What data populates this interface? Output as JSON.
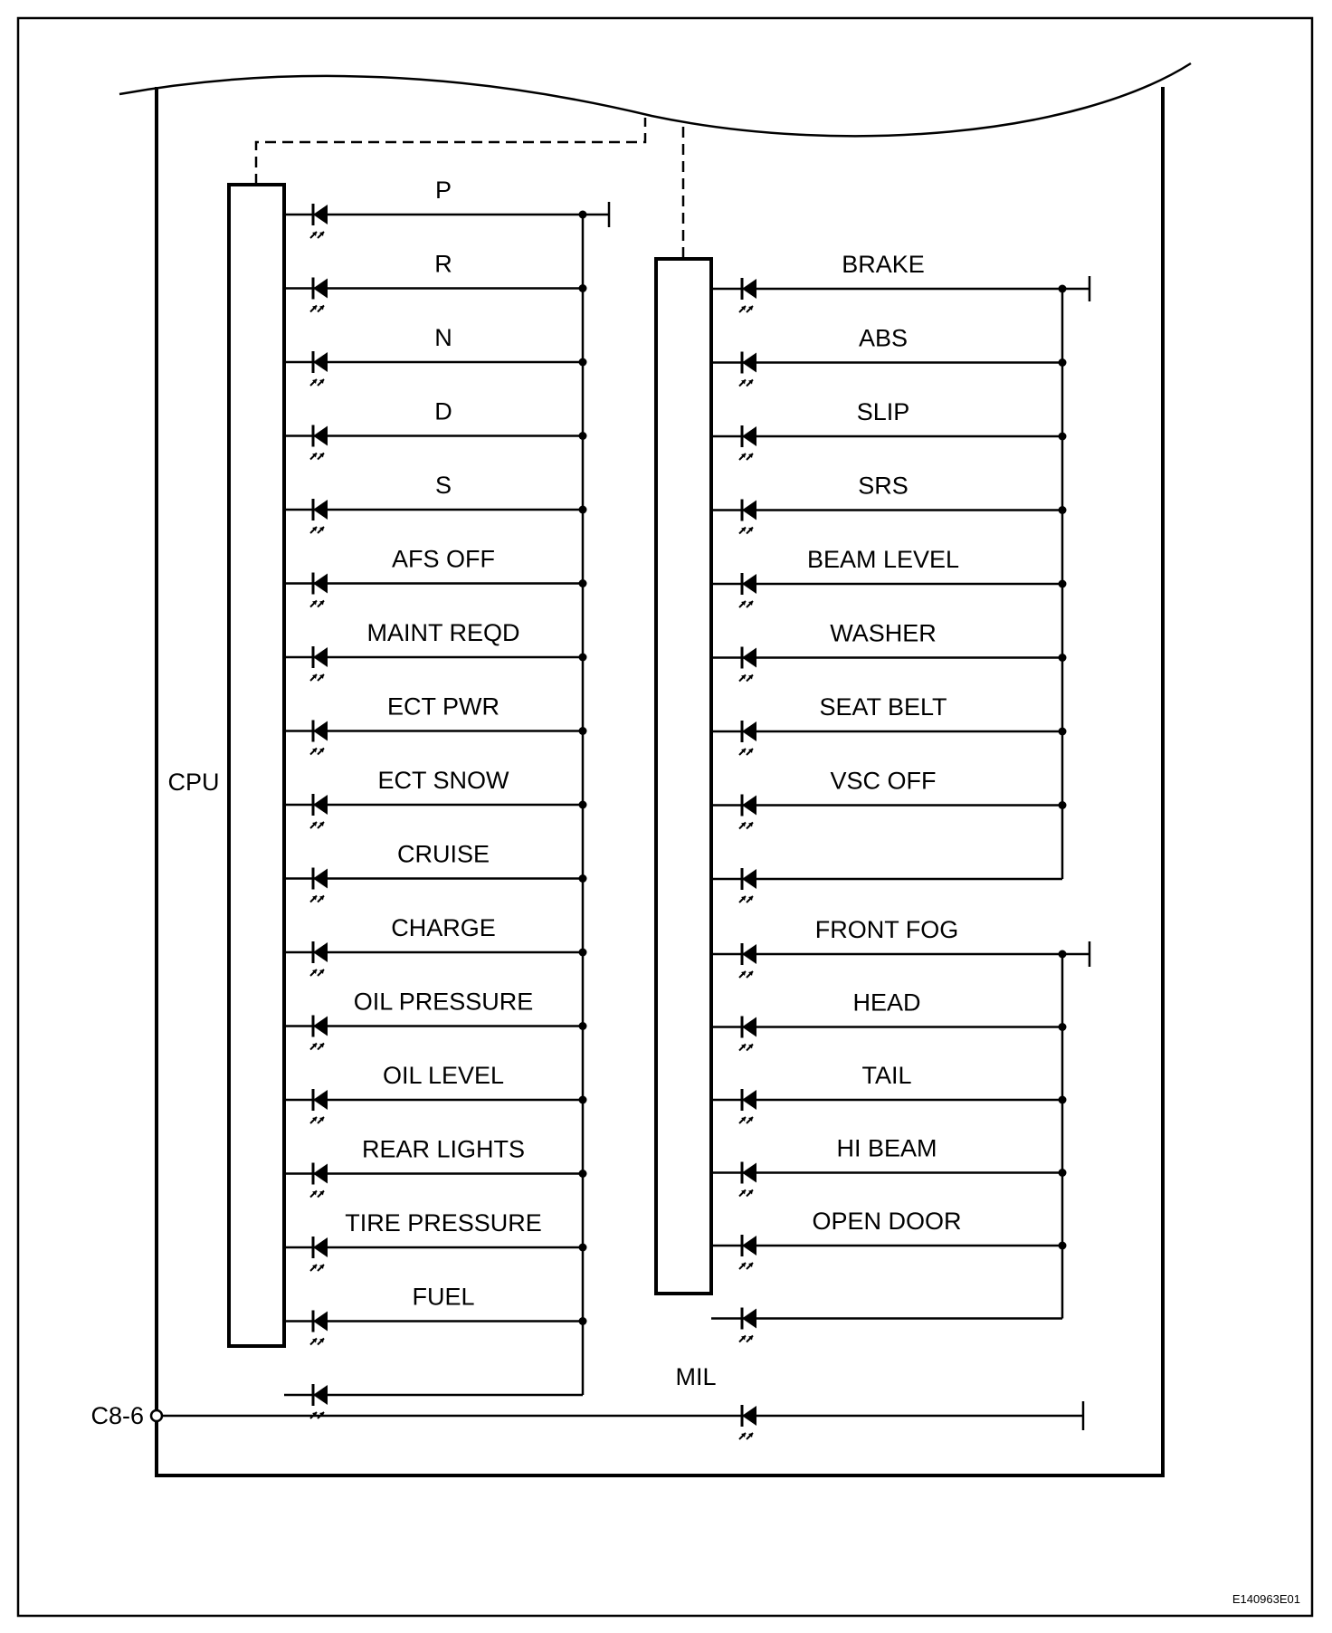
{
  "cpu_label": "CPU",
  "left_column": {
    "labels": [
      "P",
      "R",
      "N",
      "D",
      "S",
      "AFS OFF",
      "MAINT REQD",
      "ECT PWR",
      "ECT SNOW",
      "CRUISE",
      "CHARGE",
      "OIL PRESSURE",
      "OIL LEVEL",
      "REAR LIGHTS",
      "TIRE PRESSURE",
      "FUEL"
    ]
  },
  "right_upper": {
    "labels": [
      "BRAKE",
      "ABS",
      "SLIP",
      "SRS",
      "BEAM LEVEL",
      "WASHER",
      "SEAT BELT",
      "VSC OFF"
    ]
  },
  "right_lower": {
    "labels": [
      "FRONT FOG",
      "HEAD",
      "TAIL",
      "HI BEAM",
      "OPEN DOOR"
    ]
  },
  "mil": {
    "label": "MIL",
    "connector": "C8-6"
  },
  "figure_code": "E140963E01",
  "colors": {
    "line": "#000000",
    "background": "#ffffff"
  }
}
